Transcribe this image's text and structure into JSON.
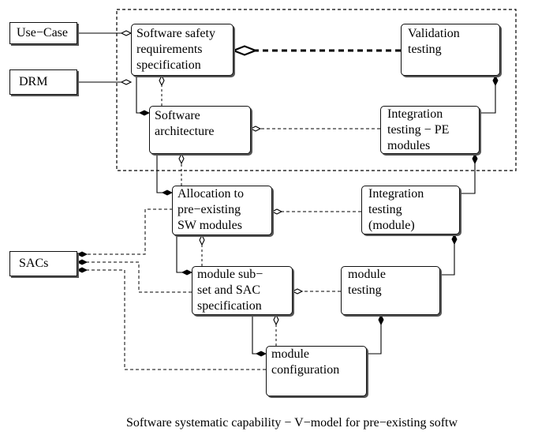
{
  "nodes": {
    "use_case": "Use−Case",
    "drm": "DRM",
    "sacs": "SACs",
    "safety_req": [
      "Software safety",
      "requirements",
      "specification"
    ],
    "validation": [
      "Validation",
      "testing"
    ],
    "architecture": [
      "Software",
      "architecture"
    ],
    "integration_pe": [
      "Integration",
      "testing − PE",
      "modules"
    ],
    "allocation": [
      "Allocation to",
      "pre−existing",
      "SW modules"
    ],
    "integration_module": [
      "Integration",
      "testing",
      "(module)"
    ],
    "module_subset": [
      "module sub−",
      "set and SAC",
      "specification"
    ],
    "module_testing": [
      "module",
      "testing"
    ],
    "module_config": [
      "module",
      "configuration"
    ]
  },
  "caption": "Software systematic capability − V−model for pre−existing softw"
}
